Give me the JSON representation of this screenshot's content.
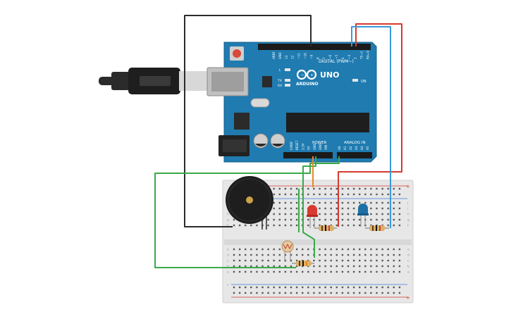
{
  "arduino": {
    "brand": "UNO",
    "sub_brand": "ARDUINO",
    "digital_header": "DIGITAL (PWM~)",
    "power_header": "POWER",
    "analog_header": "ANALOG IN",
    "on_label": "ON",
    "tx_label": "TX",
    "rx_label": "RX",
    "l_label": "L",
    "digital_pins": [
      "AREF",
      "GND",
      "13",
      "12",
      "~11",
      "~10",
      "~9",
      "8",
      "7",
      "~6",
      "~5",
      "4",
      "~3",
      "2",
      "TX→1",
      "RX←0"
    ],
    "power_pins": [
      "IOREF",
      "RESET",
      "3.3V",
      "5V",
      "GND",
      "GND",
      "VIN"
    ],
    "analog_pins": [
      "A0",
      "A1",
      "A2",
      "A3",
      "A4",
      "A5"
    ]
  },
  "breadboard": {
    "row_letters_top": [
      "j",
      "i",
      "h",
      "g",
      "f"
    ],
    "row_letters_bottom": [
      "e",
      "d",
      "c",
      "b",
      "a"
    ],
    "plus": "+",
    "minus": "-"
  },
  "colors": {
    "board": "#1f7bb0",
    "board_dark": "#15608c",
    "breadboard": "#e7e7e7",
    "wire_black": "#2b2b2b",
    "wire_red": "#d63a2f",
    "wire_blue": "#3a9ad9",
    "wire_green": "#3aaa4a",
    "wire_orange": "#e8872b",
    "led_red": "#d93a2f",
    "led_blue": "#1d6fa5"
  }
}
